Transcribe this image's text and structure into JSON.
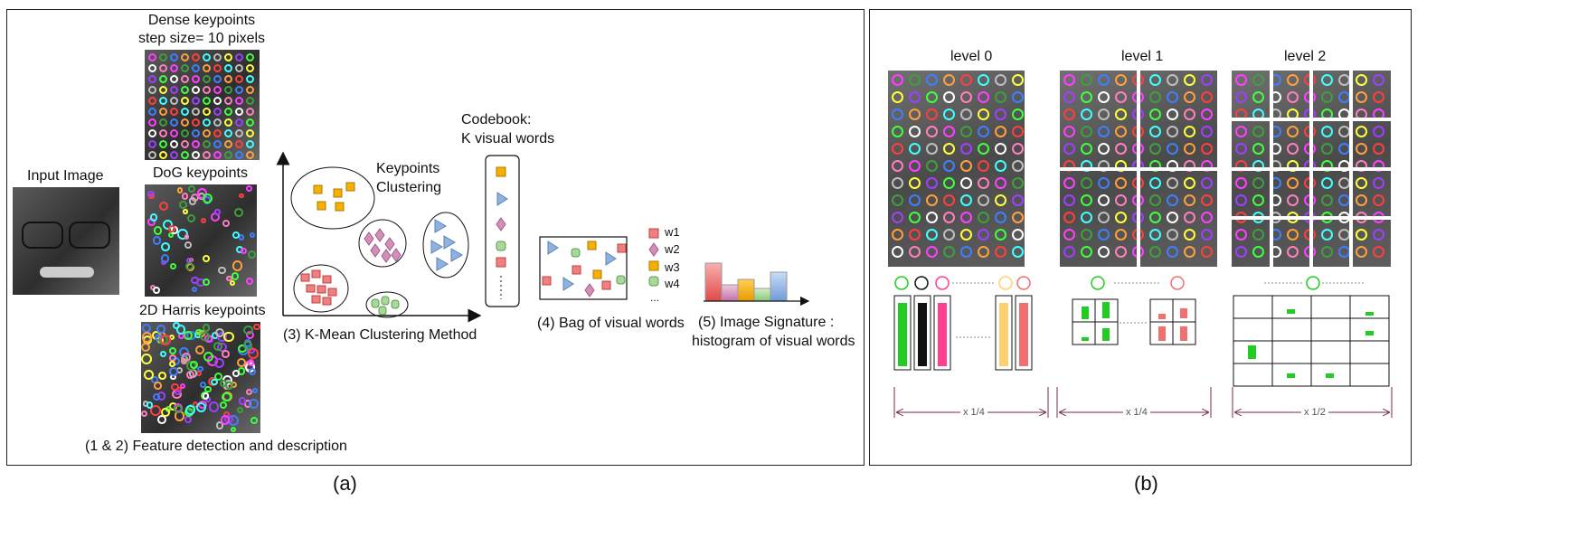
{
  "panel_a": {
    "input_image_label": "Input Image",
    "dense_title": "Dense keypoints",
    "dense_subtitle": "step size= 10 pixels",
    "dog_title": "DoG keypoints",
    "harris_title": "2D Harris keypoints",
    "step12_label": "(1 & 2)  Feature detection and description",
    "clustering_label_1": "Keypoints",
    "clustering_label_2": "Clustering",
    "step3_label": "(3)  K-Mean Clustering Method",
    "codebook_label_1": "Codebook:",
    "codebook_label_2": "K visual words",
    "step4_label": "(4)  Bag of visual words",
    "legend": [
      "w1",
      "w2",
      "w3",
      "w4",
      "..."
    ],
    "step5_label_1": "(5)  Image Signature :",
    "step5_label_2": "histogram of visual words",
    "caption": "(a)"
  },
  "panel_b": {
    "level0": "level 0",
    "level1": "level 1",
    "level2": "level 2",
    "scale0": "x 1/4",
    "scale1": "x 1/4",
    "scale2": "x 1/2",
    "caption": "(b)"
  },
  "colors": {
    "w1": "#f08080",
    "w2": "#d48fb8",
    "w3": "#f5b000",
    "w4": "#a8d89a",
    "triangle": "#8fb3e0",
    "green": "#22cc22",
    "pink": "#ff3f8f",
    "yellow": "#ffd070",
    "salmon": "#f07070"
  }
}
